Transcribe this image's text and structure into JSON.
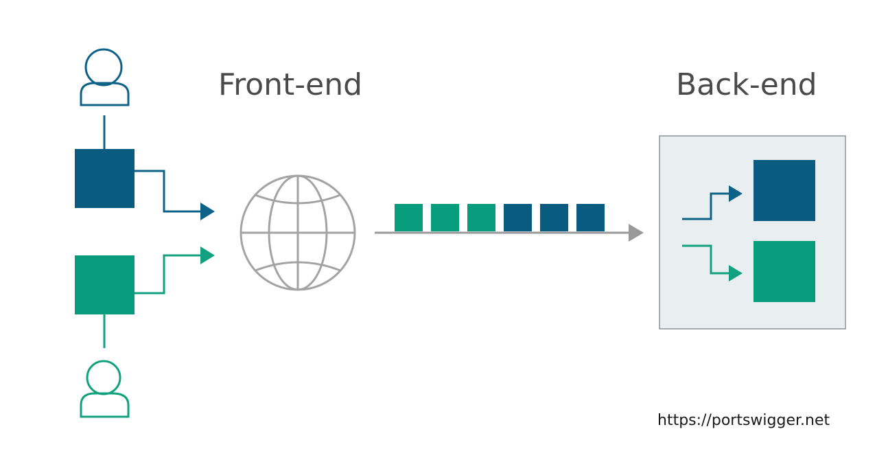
{
  "labels": {
    "front_end": "Front-end",
    "back_end": "Back-end"
  },
  "source_url": "https://portswigger.net",
  "colors": {
    "user1": "#0e6187",
    "user1_box": "#0a5b80",
    "user2": "#12a17f",
    "user2_box": "#069c7c",
    "grey": "#999999",
    "backend_bg": "#e9eef0",
    "backend_border": "#8c9497"
  },
  "request_queue": [
    "user2",
    "user2",
    "user2",
    "user1",
    "user1",
    "user1"
  ],
  "icons": {
    "user": "person-outline-icon",
    "internet": "globe-icon"
  }
}
